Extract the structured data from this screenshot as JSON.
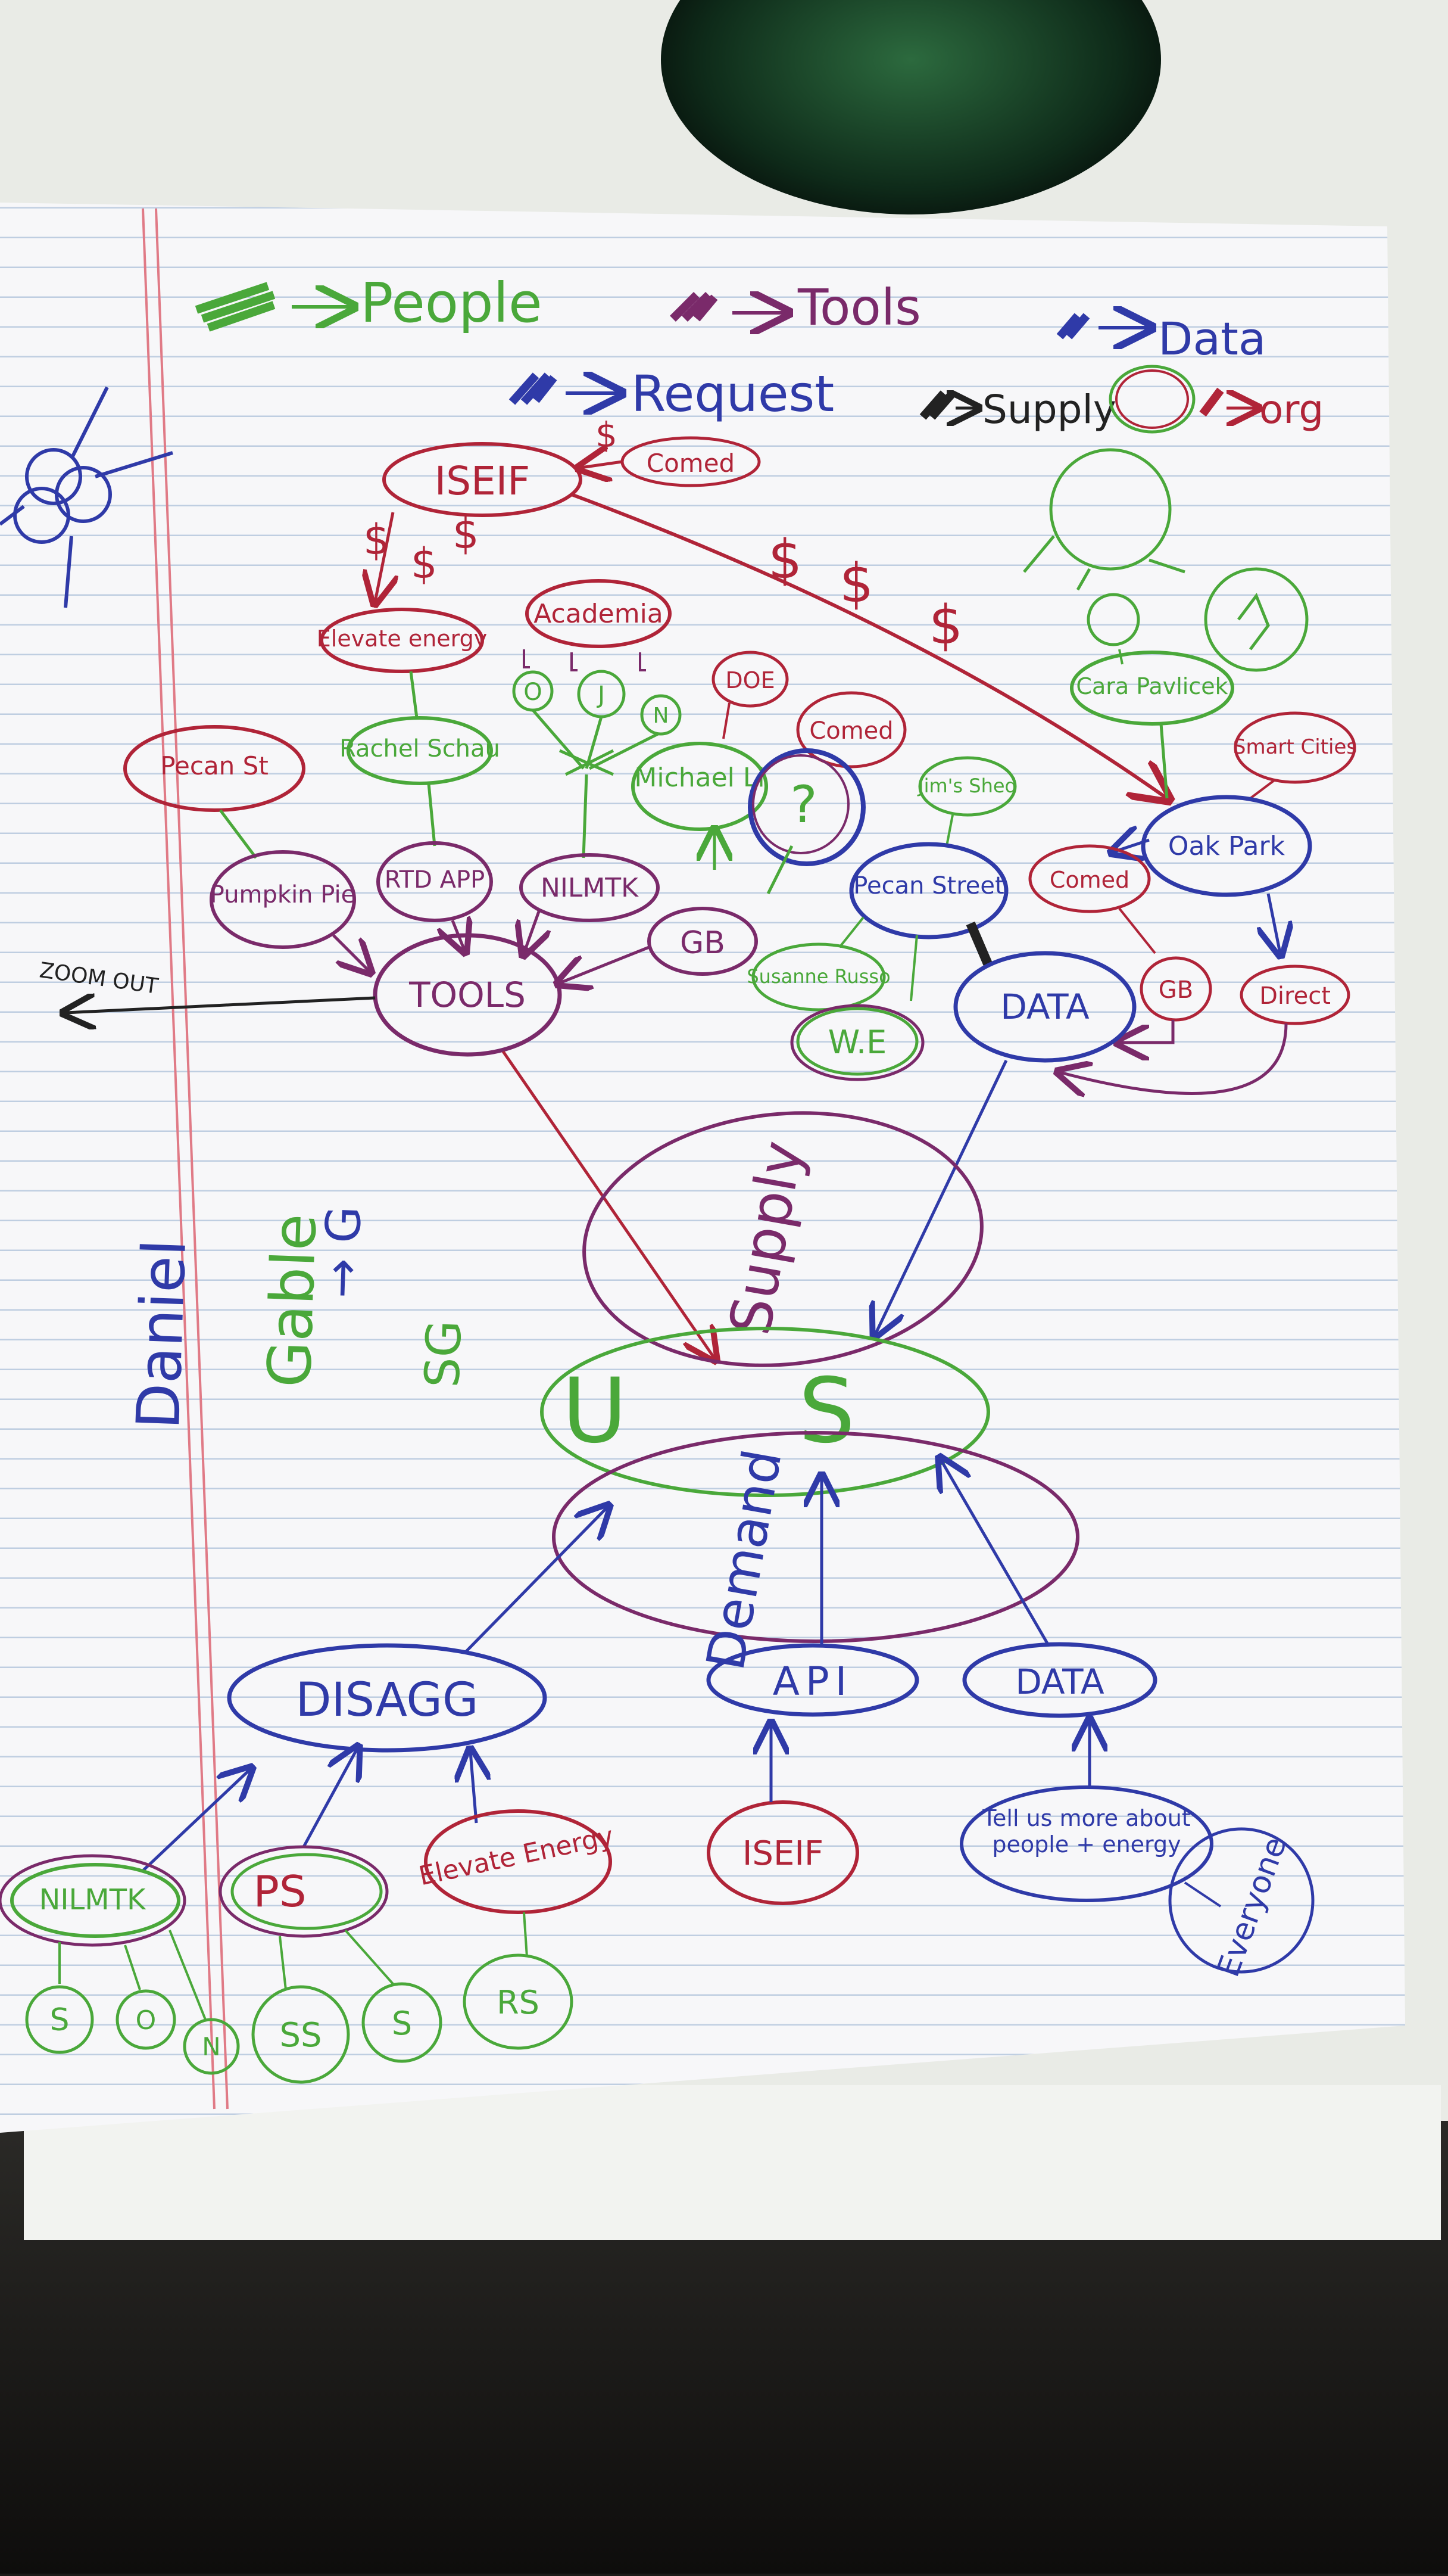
{
  "legend": {
    "people": "People",
    "tools": "Tools",
    "data": "Data",
    "request": "Request",
    "supply": "Supply",
    "org": "org"
  },
  "colors": {
    "green": "#4aa83a",
    "purple": "#7a2a6a",
    "blue": "#2f3aa8",
    "red": "#b02438",
    "black": "#222222",
    "paper": "#f7f7f9",
    "line": "#b9c9de",
    "margin": "#e07a86"
  },
  "nodes": {
    "iseif_top": "ISEIF",
    "comed_top": "Comed",
    "elevate_top": "Elevate energy",
    "academia": "Academia",
    "academia_o": "O",
    "academia_j": "J",
    "academia_n": "N",
    "doe": "DOE",
    "comed_mid": "Comed",
    "question": "?",
    "michael": "Michael Li",
    "rachel": "Rachel Schau",
    "pecan_left": "Pecan St",
    "pumpkin": "Pumpkin Pie",
    "rtd": "RTD APP",
    "nilmtk_mid": "NILMTK",
    "gb_mid": "GB",
    "tools": "TOOLS",
    "zoom": "ZOOM OUT",
    "jim": "Jim's Shed",
    "pecan_st": "Pecan Street",
    "susanne": "Susanne Russo",
    "we": "W.E",
    "data_top": "DATA",
    "cara": "Cara Pavlicek",
    "smart_cities": "Smart Cities",
    "oak_park": "Oak Park",
    "comed_right": "Comed",
    "gb_right": "GB",
    "direct": "Direct",
    "supply": "Supply",
    "us": "U S",
    "demand": "Demand",
    "disagg": "DISAGG",
    "api": "API",
    "data_bottom": "DATA",
    "nilmtk_bottom": "NILMTK",
    "ps": "PS",
    "elevate_bottom": "Elevate Energy",
    "iseif_bottom": "ISEIF",
    "tell_us": "Tell us more about people + energy",
    "everyone": "Everyone",
    "s1": "S",
    "o1": "O",
    "n1": "N",
    "ss": "SS",
    "s2": "S",
    "rs": "RS",
    "dollar": "$"
  },
  "side_note": {
    "daniel": "Daniel",
    "gable": "Gable",
    "arrow": "→ G",
    "sg": "SG"
  }
}
